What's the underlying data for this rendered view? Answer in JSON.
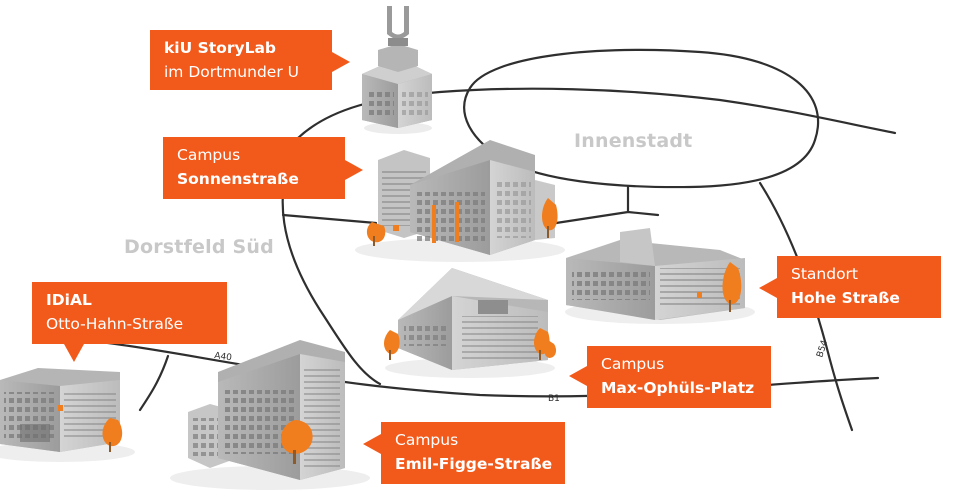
{
  "districts": {
    "innenstadt": "Innenstadt",
    "dorstfeld": "Dorstfeld Süd"
  },
  "roads": {
    "a40": "A40",
    "b1": "B1",
    "b54": "B54"
  },
  "locations": [
    {
      "id": "storylab",
      "line1": "kiU StoryLab",
      "line2": "im Dortmunder U",
      "bold_line": 1
    },
    {
      "id": "sonnenstrasse",
      "line1": "Campus",
      "line2": "Sonnenstraße",
      "bold_line": 2
    },
    {
      "id": "idial",
      "line1": "IDiAL",
      "line2": "Otto-Hahn-Straße",
      "bold_line": 1
    },
    {
      "id": "hohestrasse",
      "line1": "Standort",
      "line2": "Hohe Straße",
      "bold_line": 2
    },
    {
      "id": "maxophuels",
      "line1": "Campus",
      "line2": "Max-Ophüls-Platz",
      "bold_line": 2
    },
    {
      "id": "emilfigge",
      "line1": "Campus",
      "line2": "Emil-Figge-Straße",
      "bold_line": 2
    }
  ],
  "colors": {
    "accent": "#f25a1c",
    "road": "#2f2f2f",
    "district_label": "#c8c8c8",
    "building": "#a8a8a8",
    "tree": "#f07d1e"
  },
  "icons": [
    "building-icon",
    "tree-icon",
    "road-line"
  ]
}
